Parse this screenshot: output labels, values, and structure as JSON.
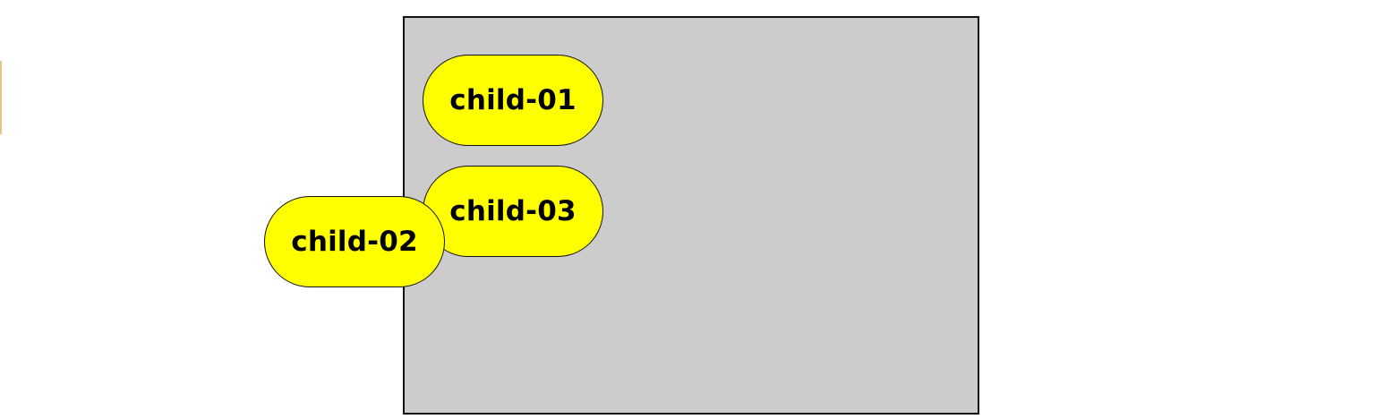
{
  "diagram": {
    "children": [
      {
        "label": "child-01"
      },
      {
        "label": "child-02"
      },
      {
        "label": "child-03"
      }
    ]
  },
  "colors": {
    "parent_fill": "#cccccc",
    "child_fill": "#ffff00",
    "border": "#111111",
    "edge_mark": "#e8c48a"
  }
}
